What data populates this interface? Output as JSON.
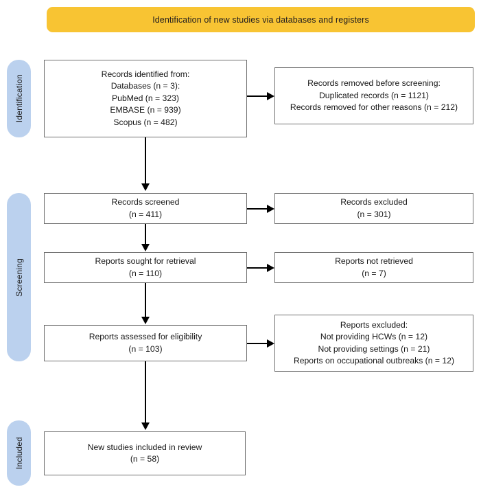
{
  "banner": {
    "title": "Identification of new studies via databases and registers",
    "color": "#F8C433"
  },
  "stages": {
    "identification": "Identification",
    "screening": "Screening",
    "included": "Included",
    "pill_color": "#BBD1EE"
  },
  "boxes": {
    "identified": "Records identified from:\nDatabases (n = 3):\nPubMed (n = 323)\nEMBASE (n = 939)\nScopus (n = 482)",
    "removed": "Records removed before screening:\nDuplicated records (n = 1121)\nRecords removed for other reasons (n = 212)",
    "screened": "Records screened\n(n = 411)",
    "excluded": "Records excluded\n(n = 301)",
    "sought": "Reports sought for retrieval\n(n = 110)",
    "not_retrieved": "Reports not retrieved\n(n = 7)",
    "assessed": "Reports assessed for eligibility\n(n = 103)",
    "reports_excluded": "Reports excluded:\nNot providing HCWs (n = 12)\nNot providing settings (n = 21)\nReports on occupational outbreaks (n = 12)",
    "included": "New studies included in review\n(n = 58)"
  },
  "chart_data": {
    "type": "diagram",
    "title": "Identification of new studies via databases and registers",
    "nodes": [
      {
        "id": "identified",
        "stage": "Identification",
        "side": "left",
        "label": "Records identified from",
        "counts": {
          "Databases": 3,
          "PubMed": 323,
          "EMBASE": 939,
          "Scopus": 482
        }
      },
      {
        "id": "removed",
        "stage": "Identification",
        "side": "right",
        "label": "Records removed before screening",
        "counts": {
          "Duplicated records": 1121,
          "Records removed for other reasons": 212
        }
      },
      {
        "id": "screened",
        "stage": "Screening",
        "side": "left",
        "label": "Records screened",
        "counts": {
          "n": 411
        }
      },
      {
        "id": "excluded",
        "stage": "Screening",
        "side": "right",
        "label": "Records excluded",
        "counts": {
          "n": 301
        }
      },
      {
        "id": "sought",
        "stage": "Screening",
        "side": "left",
        "label": "Reports sought for retrieval",
        "counts": {
          "n": 110
        }
      },
      {
        "id": "not_retrieved",
        "stage": "Screening",
        "side": "right",
        "label": "Reports not retrieved",
        "counts": {
          "n": 7
        }
      },
      {
        "id": "assessed",
        "stage": "Screening",
        "side": "left",
        "label": "Reports assessed for eligibility",
        "counts": {
          "n": 103
        }
      },
      {
        "id": "reports_excluded",
        "stage": "Screening",
        "side": "right",
        "label": "Reports excluded",
        "counts": {
          "Not providing HCWs": 12,
          "Not providing settings": 21,
          "Reports on occupational outbreaks": 12
        }
      },
      {
        "id": "included",
        "stage": "Included",
        "side": "left",
        "label": "New studies included in review",
        "counts": {
          "n": 58
        }
      }
    ],
    "edges": [
      {
        "from": "identified",
        "to": "removed",
        "direction": "right"
      },
      {
        "from": "identified",
        "to": "screened",
        "direction": "down"
      },
      {
        "from": "screened",
        "to": "excluded",
        "direction": "right"
      },
      {
        "from": "screened",
        "to": "sought",
        "direction": "down"
      },
      {
        "from": "sought",
        "to": "not_retrieved",
        "direction": "right"
      },
      {
        "from": "sought",
        "to": "assessed",
        "direction": "down"
      },
      {
        "from": "assessed",
        "to": "reports_excluded",
        "direction": "right"
      },
      {
        "from": "assessed",
        "to": "included",
        "direction": "down"
      }
    ]
  }
}
